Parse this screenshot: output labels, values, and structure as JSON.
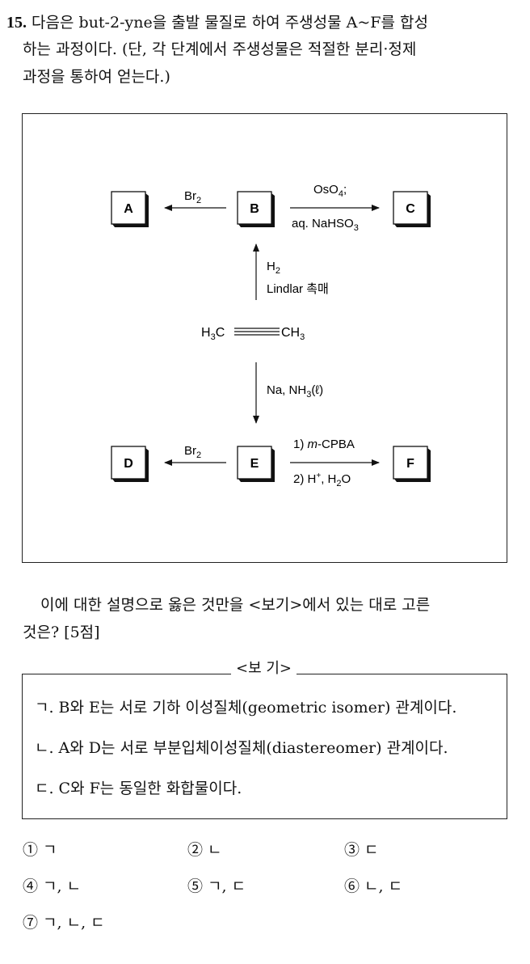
{
  "question": {
    "number": "15.",
    "line1": "다음은 but-2-yne을 출발 물질로 하여 주생성물 A~F를 합성",
    "line2": "하는 과정이다. (단, 각 단계에서 주생성물은 적절한 분리·정제",
    "line3": "과정을 통하여 얻는다.)"
  },
  "scheme": {
    "compounds": {
      "A": "A",
      "B": "B",
      "C": "C",
      "D": "D",
      "E": "E",
      "F": "F"
    },
    "reagents": {
      "br2_top": "Br",
      "br2_top_sub": "2",
      "os_main": "OsO",
      "os_sub": "4",
      "os_semi": ";",
      "nahso_main": "aq. NaHSO",
      "nahso_sub": "3",
      "h2_main": "H",
      "h2_sub": "2",
      "lindlar": "Lindlar 촉매",
      "na_main": "Na, NH",
      "na_sub": "3",
      "na_tail": "(ℓ)",
      "br2_bot": "Br",
      "br2_bot_sub": "2",
      "mcpba_pre": "1) ",
      "mcpba_italic": "m",
      "mcpba_post": "-CPBA",
      "h_main": "2) H",
      "h_sup": "+",
      "h_mid": ", H",
      "h_sub": "2",
      "h_tail": "O"
    },
    "start": {
      "left_main": "H",
      "left_sub": "3",
      "left_tail": "C",
      "right_main": "CH",
      "right_sub": "3"
    }
  },
  "paragraph": {
    "line1": "이에 대한 설명으로 옳은 것만을 <보기>에서 있는 대로 고른",
    "line2": "것은? [5점]"
  },
  "bogi": {
    "title": "<보 기>",
    "items": [
      "ㄱ. B와 E는 서로 기하 이성질체(geometric isomer) 관계이다.",
      "ㄴ. A와 D는 서로 부분입체이성질체(diastereomer) 관계이다.",
      "ㄷ. C와 F는 동일한 화합물이다."
    ]
  },
  "choices": [
    "① ㄱ",
    "② ㄴ",
    "③ ㄷ",
    "④ ㄱ, ㄴ",
    "⑤ ㄱ, ㄷ",
    "⑥ ㄴ, ㄷ",
    "⑦ ㄱ, ㄴ, ㄷ"
  ]
}
